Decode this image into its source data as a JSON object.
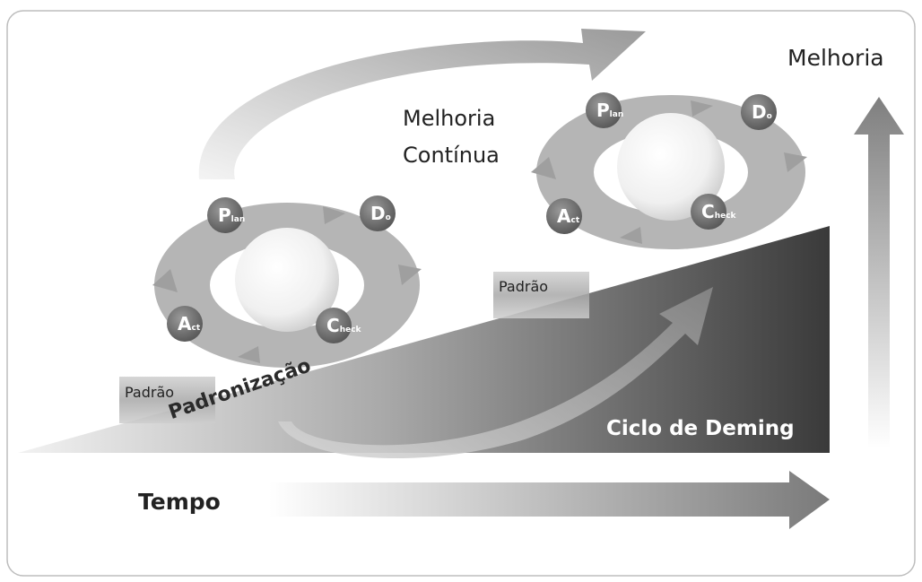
{
  "axes": {
    "vertical_label": "Melhoria",
    "horizontal_label": "Tempo"
  },
  "center_label": {
    "line1": "Melhoria",
    "line2": "Contínua"
  },
  "ramp": {
    "slope_label": "Padronização",
    "bottom_label": "Ciclo de Deming"
  },
  "standards": [
    {
      "label": "Padrão"
    },
    {
      "label": "Padrão"
    }
  ],
  "pdca_cycles": [
    {
      "stages": [
        {
          "letter": "P",
          "rest": "lan"
        },
        {
          "letter": "D",
          "rest": "o"
        },
        {
          "letter": "C",
          "rest": "heck"
        },
        {
          "letter": "A",
          "rest": "ct"
        }
      ]
    },
    {
      "stages": [
        {
          "letter": "P",
          "rest": "lan"
        },
        {
          "letter": "D",
          "rest": "o"
        },
        {
          "letter": "C",
          "rest": "heck"
        },
        {
          "letter": "A",
          "rest": "ct"
        }
      ]
    }
  ],
  "colors": {
    "frame": "#bdbdbd",
    "ramp_dark": "#3f3f3f",
    "ramp_light": "#ededed",
    "ring": "#b8b8b8",
    "badge": "#6d6d6d",
    "arrow": "#7a7a7a"
  }
}
